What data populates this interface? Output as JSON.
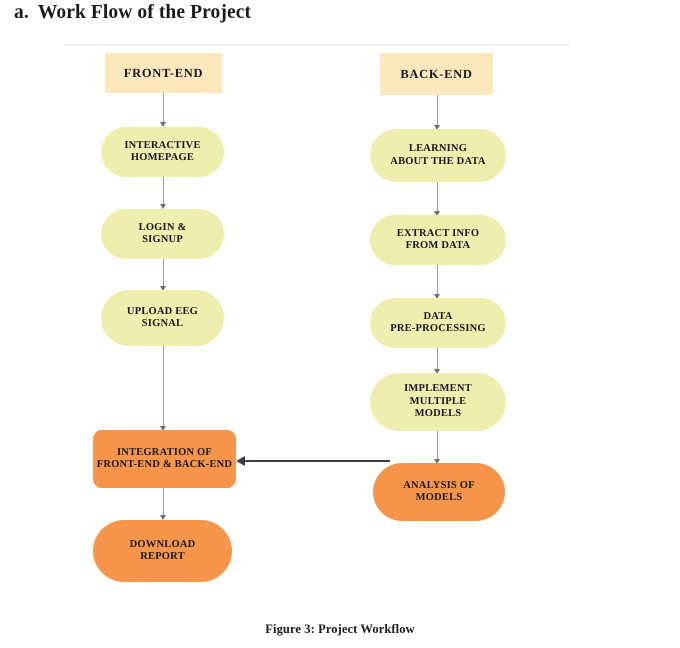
{
  "heading": {
    "marker": "a.",
    "text": "Work Flow of the Project"
  },
  "caption": "Figure 3: Project Workflow",
  "colors": {
    "header_fill": "#fbe8bc",
    "process_fill": "#eeeeae",
    "output_fill": "#f7954a",
    "arrow_vertical": "#9b9b9b",
    "arrow_horizontal": "#3c3c42",
    "page_background": "#ffffff"
  },
  "diagram": {
    "type": "flowchart",
    "columns": [
      {
        "name": "front-end",
        "nodes": [
          {
            "id": "front-end",
            "label": "FRONT-END",
            "shape": "rectangle",
            "fill": "#fbe8bc"
          },
          {
            "id": "interactive-homepage",
            "label": "INTERACTIVE\nHOMEPAGE",
            "shape": "pill",
            "fill": "#eeeeae"
          },
          {
            "id": "login-signup",
            "label": "LOGIN &\nSIGNUP",
            "shape": "pill",
            "fill": "#eeeeae"
          },
          {
            "id": "upload-eeg-signal",
            "label": "UPLOAD EEG\nSIGNAL",
            "shape": "pill",
            "fill": "#eeeeae"
          },
          {
            "id": "integration",
            "label": "INTEGRATION OF\nFRONT-END & BACK-END",
            "shape": "rounded-box",
            "fill": "#f7954a"
          },
          {
            "id": "download-report",
            "label": "DOWNLOAD\nREPORT",
            "shape": "pill",
            "fill": "#f7954a"
          }
        ]
      },
      {
        "name": "back-end",
        "nodes": [
          {
            "id": "back-end",
            "label": "BACK-END",
            "shape": "rectangle",
            "fill": "#fbe8bc"
          },
          {
            "id": "learning-about-data",
            "label": "LEARNING\nABOUT THE DATA",
            "shape": "pill",
            "fill": "#eeeeae"
          },
          {
            "id": "extract-info",
            "label": "EXTRACT INFO\nFROM DATA",
            "shape": "pill",
            "fill": "#eeeeae"
          },
          {
            "id": "data-preprocessing",
            "label": "DATA\nPRE-PROCESSING",
            "shape": "pill",
            "fill": "#eeeeae"
          },
          {
            "id": "implement-models",
            "label": "IMPLEMENT\nMULTIPLE\nMODELS",
            "shape": "pill",
            "fill": "#eeeeae"
          },
          {
            "id": "analysis-of-models",
            "label": "ANALYSIS OF\nMODELS",
            "shape": "pill",
            "fill": "#f7954a"
          }
        ]
      }
    ],
    "edges": [
      {
        "from": "front-end",
        "to": "interactive-homepage",
        "direction": "down"
      },
      {
        "from": "interactive-homepage",
        "to": "login-signup",
        "direction": "down"
      },
      {
        "from": "login-signup",
        "to": "upload-eeg-signal",
        "direction": "down"
      },
      {
        "from": "upload-eeg-signal",
        "to": "integration",
        "direction": "down"
      },
      {
        "from": "integration",
        "to": "download-report",
        "direction": "down"
      },
      {
        "from": "back-end",
        "to": "learning-about-data",
        "direction": "down"
      },
      {
        "from": "learning-about-data",
        "to": "extract-info",
        "direction": "down"
      },
      {
        "from": "extract-info",
        "to": "data-preprocessing",
        "direction": "down"
      },
      {
        "from": "data-preprocessing",
        "to": "implement-models",
        "direction": "down"
      },
      {
        "from": "implement-models",
        "to": "analysis-of-models",
        "direction": "down"
      },
      {
        "from": "analysis-of-models",
        "to": "integration",
        "direction": "left"
      }
    ]
  }
}
